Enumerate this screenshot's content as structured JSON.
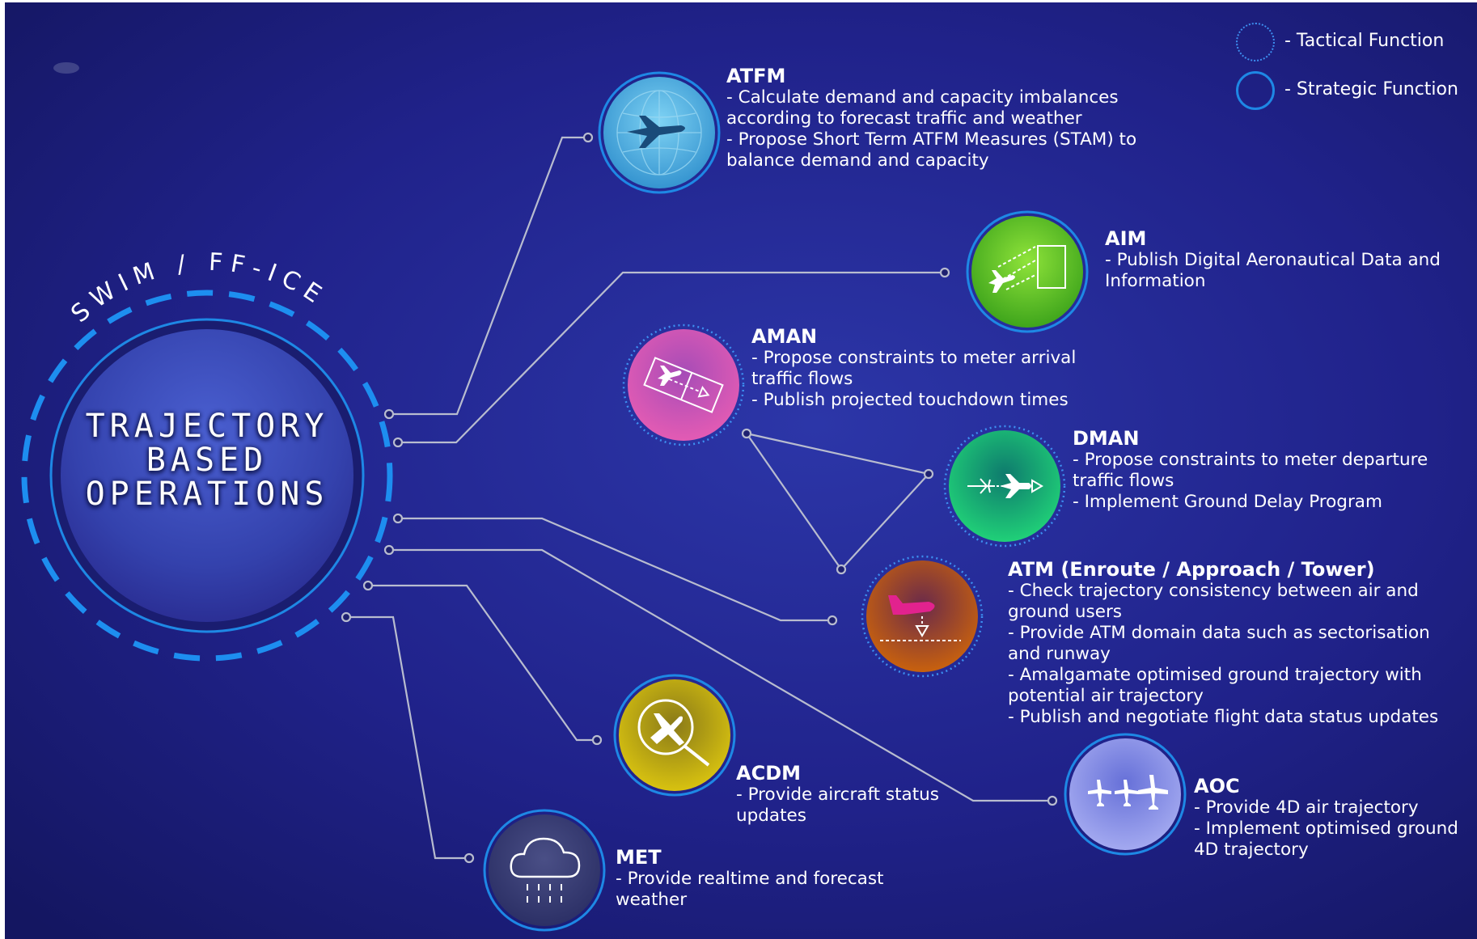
{
  "hub": {
    "title_lines": [
      "TRAJECTORY",
      "BASED",
      "OPERATIONS"
    ],
    "ring_label": "SWIM / FF-ICE"
  },
  "legend": {
    "tactical": "- Tactical Function",
    "strategic": "- Strategic Function"
  },
  "functions": {
    "atfm": {
      "title": "ATFM",
      "lines": [
        "- Calculate demand and capacity imbalances",
        "according to forecast traffic and weather",
        "- Propose Short Term ATFM Measures (STAM) to",
        "balance demand and capacity"
      ],
      "type": "strategic",
      "icon": "airplane-globe-icon",
      "color": "#5ab7e6"
    },
    "aim": {
      "title": "AIM",
      "lines": [
        "- Publish Digital Aeronautical Data and",
        "Information"
      ],
      "type": "strategic",
      "icon": "aircraft-data-transfer-icon",
      "color": "#6ed12a"
    },
    "aman": {
      "title": "AMAN",
      "lines": [
        "- Propose constraints to meter arrival",
        "traffic flows",
        "- Publish projected touchdown times"
      ],
      "type": "tactical",
      "icon": "arrival-runway-icon",
      "color": "#d24aa8"
    },
    "dman": {
      "title": "DMAN",
      "lines": [
        "- Propose constraints to meter departure",
        "traffic flows",
        "- Implement Ground Delay Program"
      ],
      "type": "tactical",
      "icon": "departure-sequence-icon",
      "color": "#16b86a"
    },
    "atm": {
      "title": "ATM (Enroute / Approach / Tower)",
      "lines": [
        "- Check trajectory consistency between air and",
        "ground users",
        "- Provide ATM domain data such as sectorisation",
        "and runway",
        "- Amalgamate optimised ground trajectory with",
        "potential air trajectory",
        "- Publish and negotiate flight data status updates"
      ],
      "type": "tactical",
      "icon": "aircraft-landing-icon",
      "color": "#b85416"
    },
    "acdm": {
      "title": "ACDM",
      "lines": [
        "- Provide aircraft status",
        "updates"
      ],
      "type": "strategic",
      "icon": "aircraft-search-icon",
      "color": "#c9b20e"
    },
    "aoc": {
      "title": "AOC",
      "lines": [
        "- Provide 4D air trajectory",
        "- Implement optimised ground",
        "4D trajectory"
      ],
      "type": "strategic",
      "icon": "fleet-icon",
      "color": "#8e95e6"
    },
    "met": {
      "title": "MET",
      "lines": [
        "- Provide realtime and forecast",
        "weather"
      ],
      "type": "strategic",
      "icon": "rain-cloud-icon",
      "color": "#3a3f77"
    }
  },
  "colors": {
    "background": "#1e1f7a",
    "strategic_ring": "#1e88e5",
    "tactical_ring": "#3d8ff0",
    "connector": "#b8bccf",
    "hub_dashes": "#1d8ef0"
  }
}
